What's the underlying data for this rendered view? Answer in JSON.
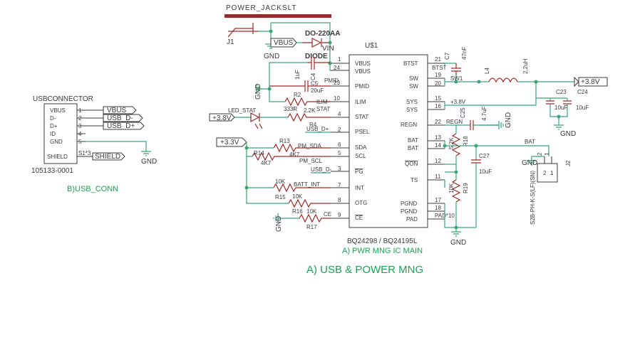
{
  "title": "A) USB & POWER MNG",
  "usb_section": {
    "title": "USBCONNECTOR",
    "pins": [
      "VBUS",
      "D-",
      "D+",
      "ID",
      "GND",
      "SHIELD"
    ],
    "pin_numbers": [
      "1",
      "2",
      "3",
      "4",
      "5",
      "S1*3"
    ],
    "part_number": "105133-0001",
    "sub_label": "B)USB_CONN",
    "net_tags": [
      "VBUS",
      "USB_D-",
      "USB_D+",
      "SHIELD"
    ],
    "gnd": "GND"
  },
  "power_jack": {
    "name": "POWER_JACKSLT",
    "ref": "J1",
    "net_tag": "VBUS",
    "gnd": "GND"
  },
  "diode": {
    "part": "DO-220AA",
    "name": "DIODE",
    "net": "VIN"
  },
  "ic": {
    "ref": "U$1",
    "part": "BQ24298 / BQ24195L",
    "caption": "A) PWR MNG IC MAIN",
    "left_pins": [
      "VBUS",
      "VBUS",
      "PMID",
      "ILIM",
      "STAT",
      "PSEL",
      "SDA",
      "SCL",
      "PG",
      "INT",
      "OTG",
      "CE"
    ],
    "left_numbers": [
      "1",
      "24",
      "23",
      "10",
      "4",
      "2",
      "6",
      "5",
      "3",
      "7",
      "8",
      "9"
    ],
    "right_pins": [
      "BTST",
      "SW",
      "SW",
      "SYS",
      "SYS",
      "REGN",
      "BAT",
      "BAT",
      "QON",
      "TS",
      "PGND",
      "PGND",
      "PAD"
    ],
    "right_numbers": [
      "21",
      "19",
      "20",
      "15",
      "16",
      "22",
      "13",
      "14",
      "12",
      "11",
      "17",
      "18",
      "PAD*10"
    ]
  },
  "nets": {
    "btst": "BTST",
    "sw": "SW1",
    "sys": "+3.8V",
    "regn": "REGN",
    "bat": "BAT",
    "stat": "STAT",
    "ilim": "ILIM",
    "pmid": "PMID",
    "usb_dp": "USB_D+",
    "usb_dm": "USB_D-",
    "pm_sda": "PM_SDA",
    "pm_scl": "PM_SCL",
    "batt_int": "BATT_INT",
    "ce": "CE",
    "led_stat": "LED_STAT",
    "gnd": "GND"
  },
  "power_tags": {
    "v38_left": "+3.8V",
    "v33": "+3.3V",
    "v38_right": "+3.8V"
  },
  "components": {
    "C4": {
      "ref": "C4",
      "value": "1uF"
    },
    "C5": {
      "ref": "C5",
      "value": "20uF"
    },
    "C7": {
      "ref": "C7",
      "value": "47nF"
    },
    "C23": {
      "ref": "C23",
      "value": "10uF"
    },
    "C24": {
      "ref": "C24",
      "value": "10uF"
    },
    "C25": {
      "ref": "C25",
      "value": "4.7uF"
    },
    "C27": {
      "ref": "C27",
      "value": "10uF"
    },
    "L4": {
      "ref": "L4",
      "value": "2.2uH"
    },
    "R2": {
      "ref": "R2",
      "value": "333R"
    },
    "R4": {
      "ref": "R4",
      "value": "2.2K"
    },
    "R13": {
      "ref": "R13",
      "value": "4K7"
    },
    "R14": {
      "ref": "R14",
      "value": "4K7"
    },
    "R15": {
      "ref": "R15",
      "value": "10K"
    },
    "R16": {
      "ref": "R16",
      "value": "10K"
    },
    "R17": {
      "ref": "R17",
      "value": "10K"
    },
    "R18": {
      "ref": "R18",
      "value": "5.2K"
    },
    "R19": {
      "ref": "R19",
      "value": "10K"
    }
  },
  "battery_connector": {
    "ref": "J2",
    "part": "S2B-PH-K-S(LF)(SN)",
    "pins": [
      "2",
      "1"
    ],
    "net": "BAT",
    "gnd": "GND"
  }
}
